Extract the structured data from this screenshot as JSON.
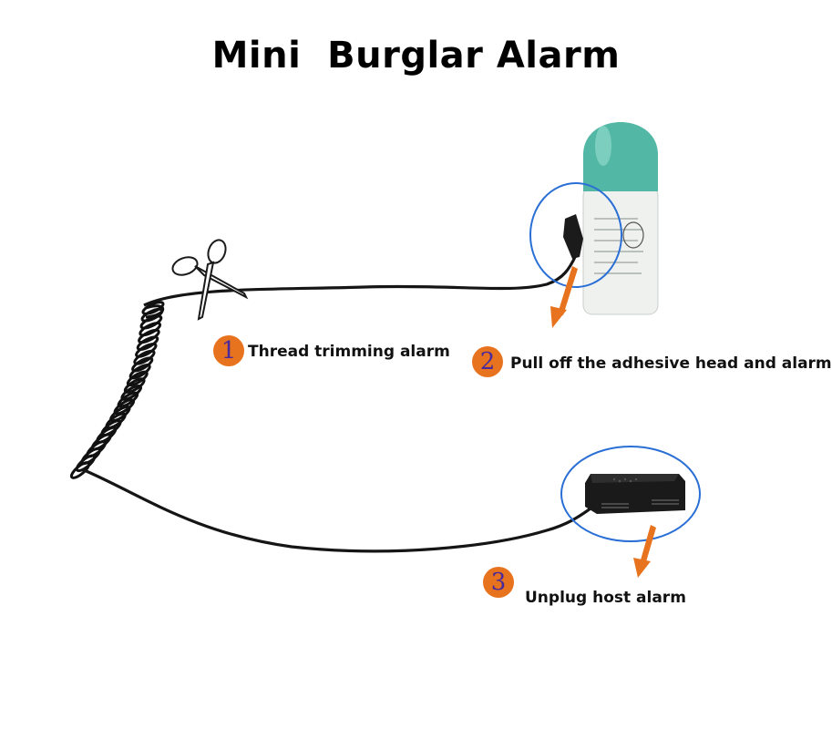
{
  "title": "Mini  Burglar Alarm",
  "colors": {
    "accent": "#e8731e",
    "circle": "#2a6fd6",
    "cable": "#151515",
    "bottle_cap": "#52b7a5"
  },
  "icons": [
    "scissors-icon",
    "arrow-down-icon"
  ],
  "steps": [
    {
      "number": "1",
      "label": "Thread trimming alarm"
    },
    {
      "number": "2",
      "label": "Pull off the adhesive head and alarm"
    },
    {
      "number": "3",
      "label": "Unplug host alarm"
    }
  ]
}
